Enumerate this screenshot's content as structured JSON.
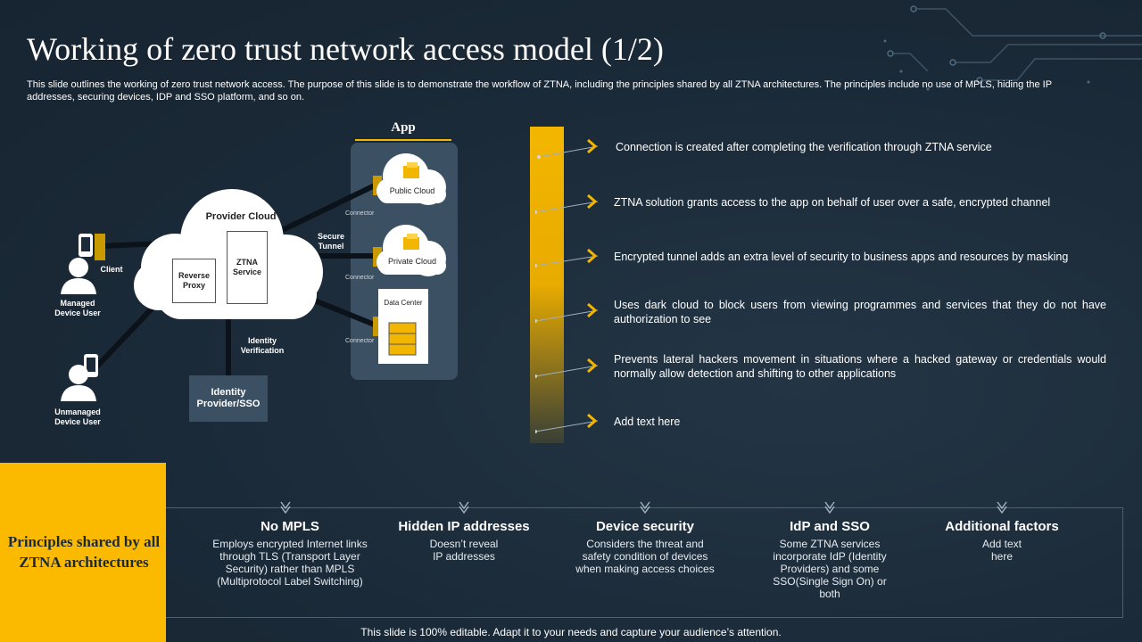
{
  "title": "Working of zero trust network access model (1/2)",
  "subtitle": "This slide outlines the working of zero trust network access. The purpose of this slide is to demonstrate the workflow of ZTNA, including the principles shared by all ZTNA architectures. The principles include no use of MPLS, hiding the IP addresses, securing devices, IDP and SSO platform, and so on.",
  "diagram": {
    "app_title": "App",
    "provider_cloud": "Provider Cloud",
    "reverse_proxy": "Reverse Proxy",
    "ztna_service": "ZTNA Service",
    "secure_tunnel": "Secure Tunnel",
    "client": "Client",
    "managed_user": "Managed Device User",
    "unmanaged_user": "Unmanaged Device User",
    "identity_verification": "Identity Verification",
    "identity_provider": "Identity Provider/SSO",
    "connector": "Connector",
    "public_cloud": "Public Cloud",
    "private_cloud": "Private Cloud",
    "data_center": "Data Center"
  },
  "points": [
    "Connection is created after completing the verification through ZTNA service",
    "ZTNA solution grants access to the app on behalf of user over a safe, encrypted channel",
    "Encrypted tunnel adds an extra level of security to business apps and resources by masking",
    "Uses dark cloud to block users from viewing programmes and services that they do not have authorization to see",
    "Prevents lateral hackers movement in situations where a hacked gateway or credentials would normally allow detection and shifting to other applications",
    "Add text here"
  ],
  "principles_title": "Principles shared by all ZTNA architectures",
  "principles": [
    {
      "heading": "No MPLS",
      "text": "Employs encrypted Internet links through TLS (Transport Layer Security) rather than MPLS (Multiprotocol Label Switching)"
    },
    {
      "heading": "Hidden IP addresses",
      "text": "Doesn’t reveal IP addresses"
    },
    {
      "heading": "Device security",
      "text": "Considers the threat and safety condition of devices when making access choices"
    },
    {
      "heading": "IdP and SSO",
      "text": "Some ZTNA services incorporate IdP (Identity Providers) and some SSO(Single Sign On) or both"
    },
    {
      "heading": "Additional factors",
      "text": "Add text here"
    }
  ],
  "footer": "This slide is 100% editable. Adapt it to your needs and capture your audience’s attention.",
  "colors": {
    "accent": "#fbb900",
    "background": "#1b2a38",
    "panel": "#3c5063"
  }
}
